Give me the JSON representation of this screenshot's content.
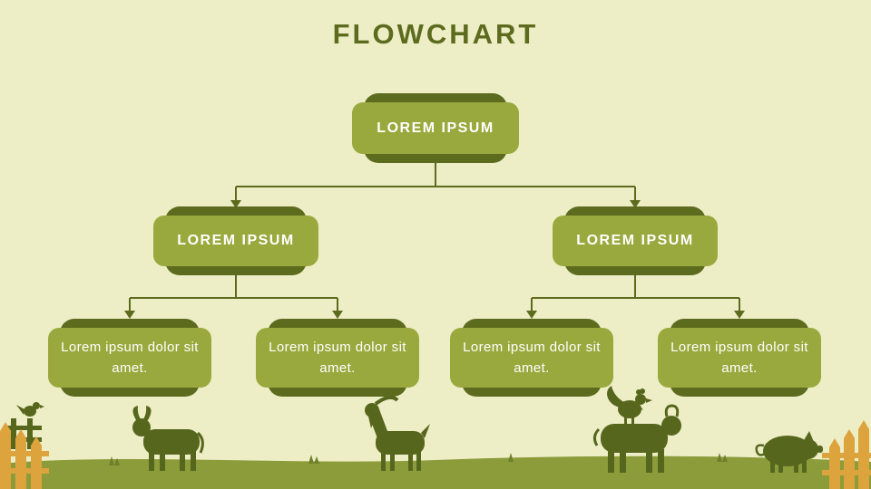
{
  "title": "FLOWCHART",
  "flowchart": {
    "root": {
      "label": "LOREM IPSUM"
    },
    "branches": [
      {
        "label": "LOREM IPSUM"
      },
      {
        "label": "LOREM IPSUM"
      }
    ],
    "leaves": [
      {
        "text": "Lorem ipsum dolor sit amet."
      },
      {
        "text": "Lorem ipsum dolor sit amet."
      },
      {
        "text": "Lorem ipsum dolor sit amet."
      },
      {
        "text": "Lorem ipsum dolor sit amet."
      }
    ]
  },
  "colors": {
    "background": "#edeec6",
    "node_fill": "#9aa93d",
    "node_shadow": "#5d6b1e",
    "connector": "#5d6b1e",
    "title_text": "#5d6b1e",
    "node_text": "#ffffff",
    "fence": "#dda33c",
    "ground": "#8c9c3a",
    "silhouette": "#57661d"
  },
  "scene": {
    "elements": [
      "bird-on-fence",
      "bull",
      "goat",
      "hen-on-cow",
      "pig",
      "orange-fence-left",
      "orange-fence-right",
      "grass-ground"
    ]
  }
}
